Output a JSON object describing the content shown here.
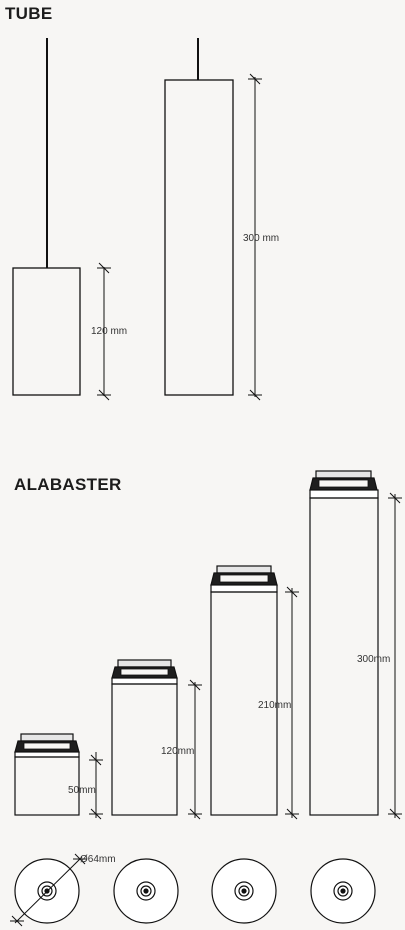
{
  "sections": {
    "tube": {
      "title": "TUBE",
      "labels": {
        "short": "120 mm",
        "tall": "300 mm"
      }
    },
    "alabaster": {
      "title": "ALABASTER",
      "labels": {
        "h50": "50mm",
        "h120": "120mm",
        "h210": "210mm",
        "h300": "300mm"
      }
    }
  },
  "base": {
    "diameter_label": "Ø64mm"
  },
  "colors": {
    "stroke": "#111111",
    "background": "#f7f6f4",
    "text": "#333333"
  }
}
